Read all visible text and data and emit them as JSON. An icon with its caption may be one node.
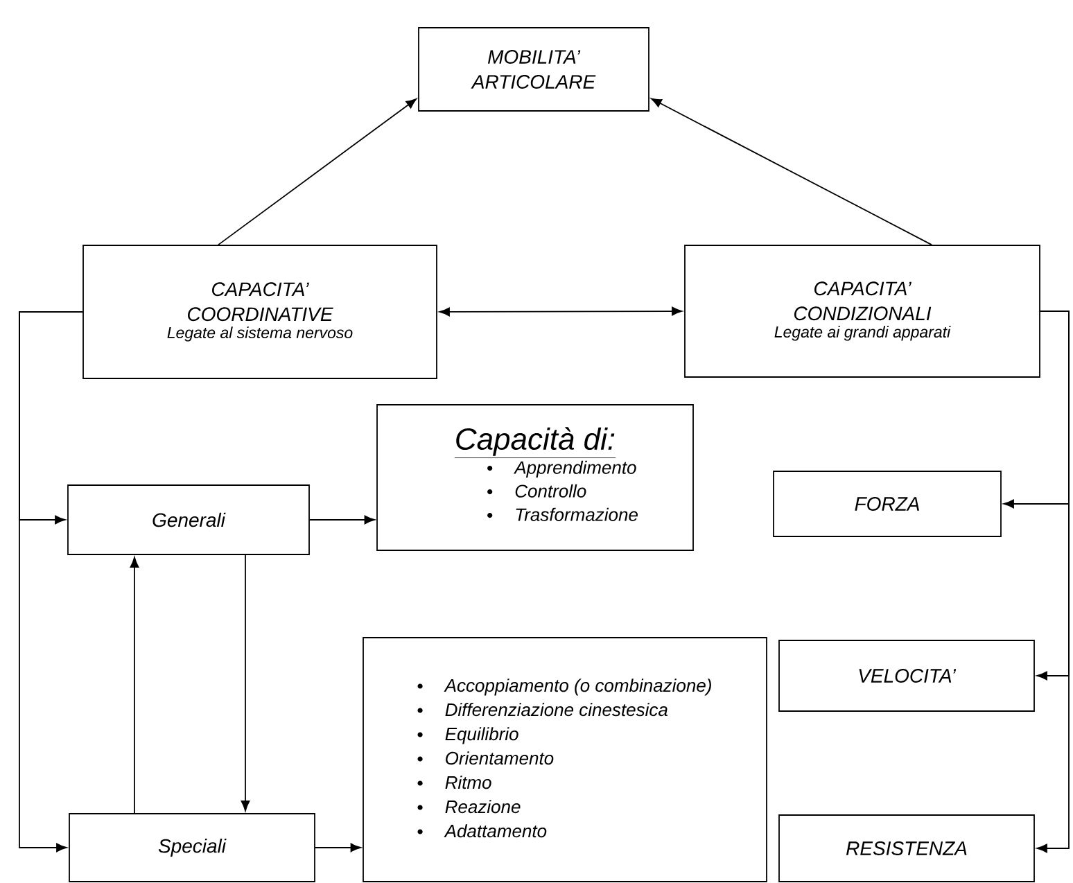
{
  "diagram": {
    "nodes": [
      {
        "text": [
          "MOBILITA’ ARTICOLARE"
        ]
      },
      {
        "text": [
          "CAPACITA’ COORDINATIVE",
          "Legate al sistema nervoso"
        ]
      },
      {
        "text": [
          "CAPACITA’ CONDIZIONALI",
          "Legate ai grandi apparati"
        ]
      },
      {
        "text": [
          "Generali"
        ]
      },
      {
        "text": [
          "Capacità di:",
          "Apprendimento",
          "Controllo",
          "Trasformazione"
        ]
      },
      {
        "text": [
          "FORZA"
        ]
      },
      {
        "text": [
          "Accoppiamento (o combinazione)",
          "Differenziazione cinestesica",
          "Equilibrio",
          "Orientamento",
          "Ritmo",
          "Reazione",
          "Adattamento"
        ]
      },
      {
        "text": [
          "VELOCITA’"
        ]
      },
      {
        "text": [
          "Speciali"
        ]
      },
      {
        "text": [
          "RESISTENZA"
        ]
      }
    ],
    "edges": [
      {
        "from": 1,
        "to": 0,
        "arrow": "to"
      },
      {
        "from": 2,
        "to": 0,
        "arrow": "to"
      },
      {
        "from": 1,
        "to": 2,
        "arrow": "both"
      },
      {
        "from": 1,
        "to": 3,
        "arrow": "to"
      },
      {
        "from": 1,
        "to": 8,
        "arrow": "to"
      },
      {
        "from": 3,
        "to": 4,
        "arrow": "to"
      },
      {
        "from": 8,
        "to": 3,
        "arrow": "to"
      },
      {
        "from": 3,
        "to": 8,
        "arrow": "to"
      },
      {
        "from": 8,
        "to": 6,
        "arrow": "to"
      },
      {
        "from": 2,
        "to": 5,
        "arrow": "to"
      },
      {
        "from": 2,
        "to": 7,
        "arrow": "to"
      },
      {
        "from": 2,
        "to": 9,
        "arrow": "to"
      }
    ]
  }
}
